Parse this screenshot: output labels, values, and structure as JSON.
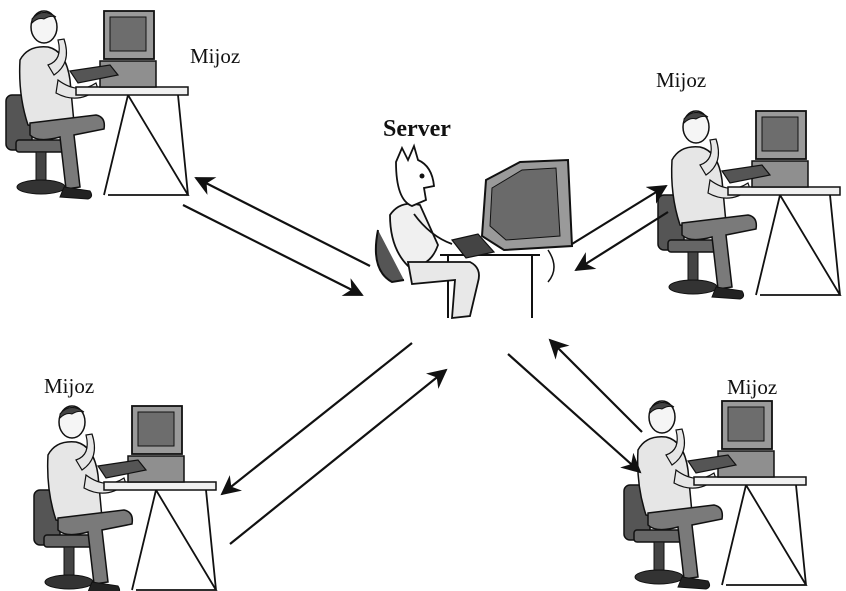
{
  "server": {
    "label": "Server"
  },
  "clients": [
    {
      "id": "top-left",
      "label": "Mijoz"
    },
    {
      "id": "top-right",
      "label": "Mijoz"
    },
    {
      "id": "bottom-left",
      "label": "Mijoz"
    },
    {
      "id": "bottom-right",
      "label": "Mijoz"
    }
  ],
  "colors": {
    "ink": "#111111",
    "shirt": "#e6e6e6",
    "pants": "#7a7a7a",
    "monitor": "#9a9a9a",
    "chair": "#555555"
  }
}
